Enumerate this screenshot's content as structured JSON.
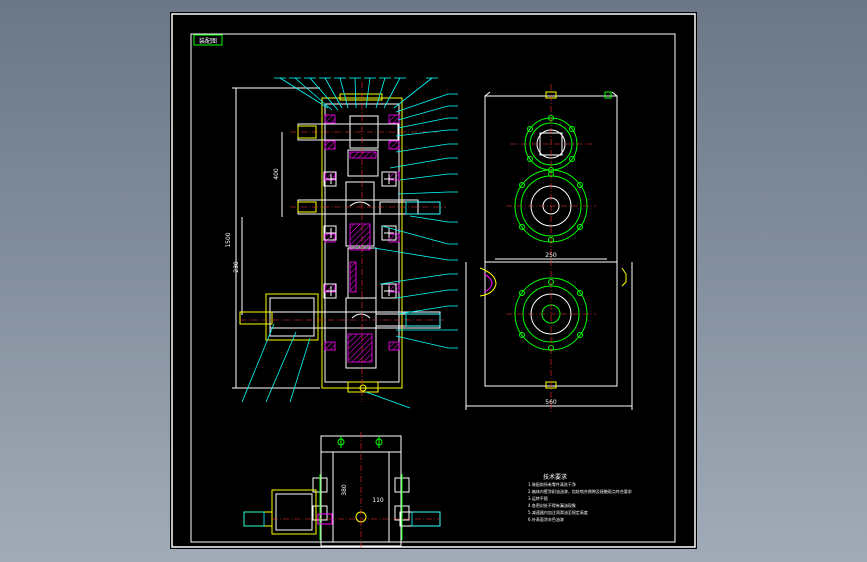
{
  "drawing": {
    "title_label": "装配图",
    "notes_heading": "技术要求",
    "notes": [
      "1.装配前所有零件清洗干净",
      "2.箱体内壁涂耐油油漆，齿轮啮合侧隙及接触斑点符合要求",
      "3.运转平稳",
      "4.各密封处不得有漏油现象",
      "5.减速器内加注润滑油至规定高度",
      "6.外表面涂灰色油漆"
    ],
    "dimension_labels": [
      "400",
      "230",
      "1500",
      "250",
      "560",
      "380",
      "110"
    ],
    "colors": {
      "background": "#000000",
      "frame": "#ffffff",
      "outline": "#ffff00",
      "leader": "#00ffff",
      "part": "#00ff00",
      "hatch": "#ff00ff",
      "centerline": "#ff3030"
    }
  }
}
